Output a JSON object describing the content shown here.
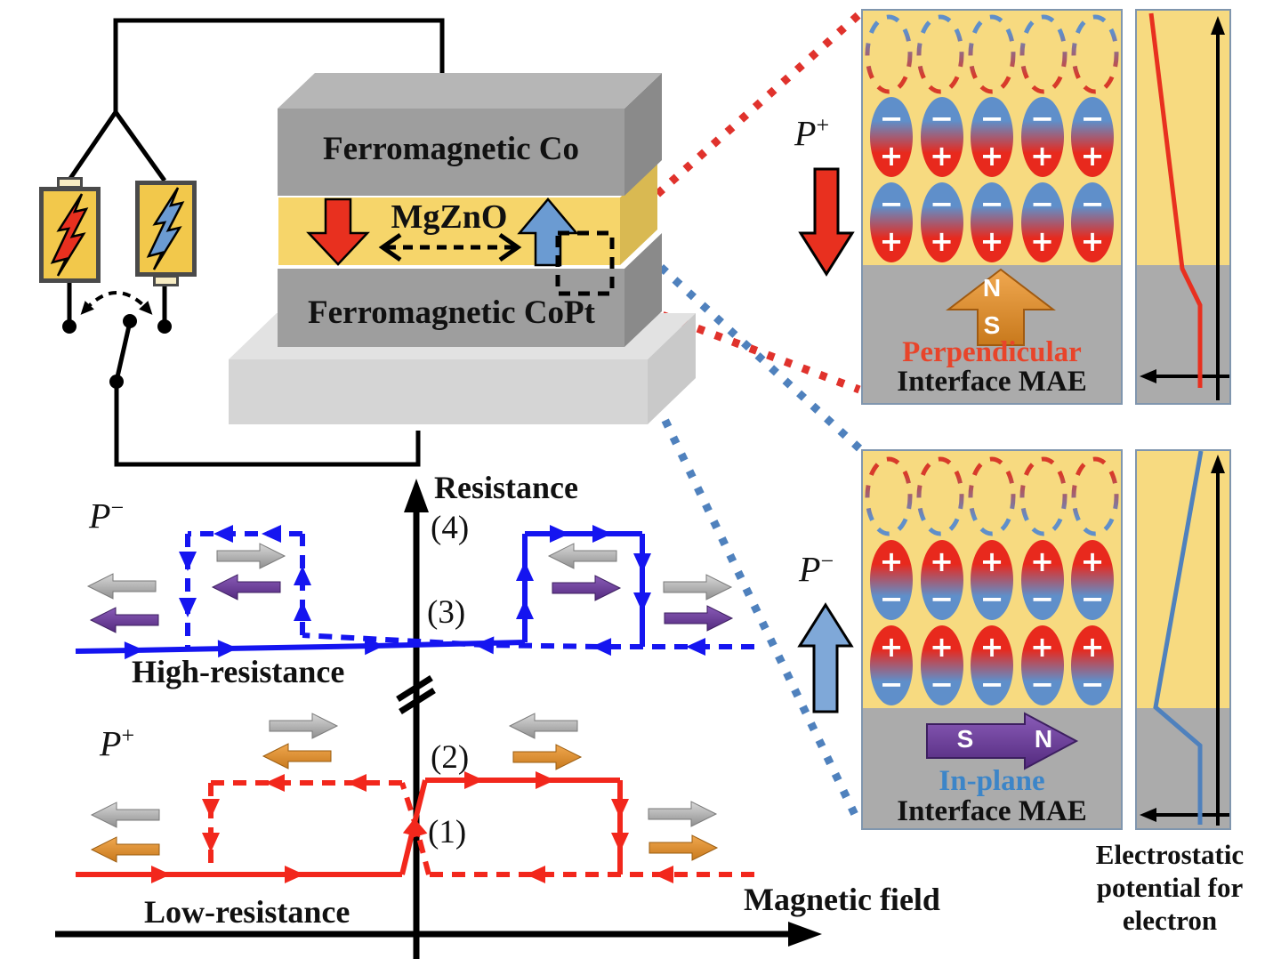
{
  "stack": {
    "top_layer": "Ferromagnetic Co",
    "middle_layer": "MgZnO",
    "bottom_layer": "Ferromagnetic CoPt"
  },
  "graph": {
    "y_axis": "Resistance",
    "x_axis": "Magnetic field",
    "high_label": "High-resistance",
    "low_label": "Low-resistance",
    "state_markers": [
      "(1)",
      "(2)",
      "(3)",
      "(4)"
    ],
    "p_minus": {
      "base": "P",
      "sup": "−"
    },
    "p_plus": {
      "base": "P",
      "sup": "+"
    }
  },
  "panels": {
    "top": {
      "p_label": {
        "base": "P",
        "sup": "+"
      },
      "anisotropy": "Perpendicular",
      "mae": "Interface MAE",
      "magnet_head": "N",
      "magnet_tail": "S"
    },
    "bottom": {
      "p_label": {
        "base": "P",
        "sup": "−"
      },
      "anisotropy": "In-plane",
      "mae": "Interface MAE",
      "magnet_tail": "S",
      "magnet_head": "N"
    }
  },
  "charges": {
    "plus": "+",
    "minus": "−"
  },
  "caption": {
    "line1": "Electrostatic",
    "line2": "potential for",
    "line3": "electron"
  },
  "icons": {
    "red_bolt": "lightning-bolt",
    "blue_bolt": "lightning-bolt",
    "switch": "toggle-switch-arc"
  },
  "colors": {
    "curve_blue": "#1515f0",
    "curve_red": "#f2271c",
    "connector_red": "#e0322c",
    "connector_blue": "#4f81bd",
    "layer_yellow": "#f6d56a",
    "panel_yellow": "#f7da80",
    "metal_gray": "#9e9e9e",
    "panel_gray": "#ababab",
    "arrow_purple": "#6a3d9a",
    "arrow_orange": "#e09130"
  }
}
